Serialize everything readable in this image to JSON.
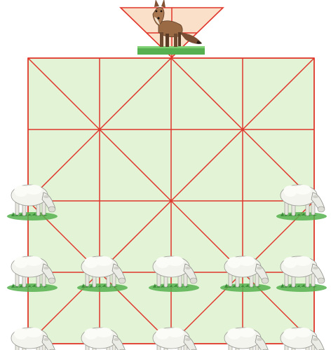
{
  "game": {
    "colors": {
      "board_fill": "#e2f3d6",
      "den_fill": "#fbe0c9",
      "line": "#e0362b",
      "grass": "#56b04f",
      "fox_body": "#9a6a45",
      "sheep_wool": "#f4f4ef"
    },
    "pieces": [
      {
        "type": "fox",
        "icon": "fox-icon",
        "col": 2,
        "row": -0.45
      },
      {
        "type": "sheep",
        "icon": "sheep-icon",
        "col": 0,
        "row": 2
      },
      {
        "type": "sheep",
        "icon": "sheep-icon",
        "col": 4,
        "row": 2
      },
      {
        "type": "sheep",
        "icon": "sheep-icon",
        "col": 0,
        "row": 3
      },
      {
        "type": "sheep",
        "icon": "sheep-icon",
        "col": 1,
        "row": 3
      },
      {
        "type": "sheep",
        "icon": "sheep-icon",
        "col": 2,
        "row": 3
      },
      {
        "type": "sheep",
        "icon": "sheep-icon",
        "col": 3,
        "row": 3
      },
      {
        "type": "sheep",
        "icon": "sheep-icon",
        "col": 4,
        "row": 3
      },
      {
        "type": "sheep",
        "icon": "sheep-icon",
        "col": 0,
        "row": 4
      },
      {
        "type": "sheep",
        "icon": "sheep-icon",
        "col": 1,
        "row": 4
      },
      {
        "type": "sheep",
        "icon": "sheep-icon",
        "col": 2,
        "row": 4
      },
      {
        "type": "sheep",
        "icon": "sheep-icon",
        "col": 3,
        "row": 4
      },
      {
        "type": "sheep",
        "icon": "sheep-icon",
        "col": 4,
        "row": 4
      }
    ]
  }
}
